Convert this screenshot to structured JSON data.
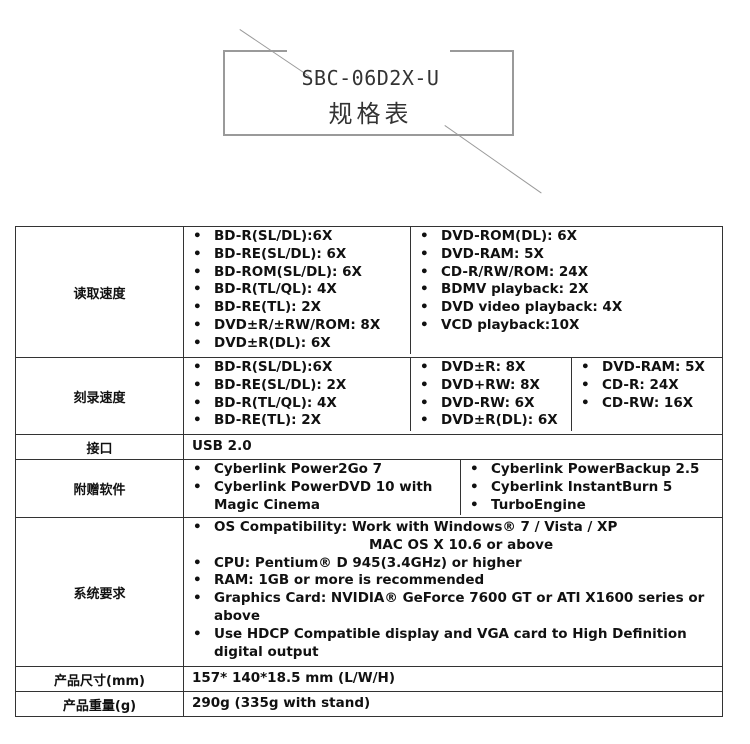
{
  "header": {
    "model": "SBC-06D2X-U",
    "subtitle": "规格表"
  },
  "rows": {
    "read_speed": {
      "label": "读取速度",
      "col1": [
        "BD-R(SL/DL):6X",
        "BD-RE(SL/DL): 6X",
        "BD-ROM(SL/DL): 6X",
        "BD-R(TL/QL): 4X",
        "BD-RE(TL): 2X",
        "DVD±R/±RW/ROM: 8X",
        "DVD±R(DL): 6X"
      ],
      "col2": [
        "DVD-ROM(DL): 6X",
        "DVD-RAM: 5X",
        "CD-R/RW/ROM: 24X",
        "BDMV playback: 2X",
        "DVD video playback: 4X",
        "VCD playback:10X"
      ]
    },
    "write_speed": {
      "label": "刻录速度",
      "col1": [
        "BD-R(SL/DL):6X",
        "BD-RE(SL/DL): 2X",
        "BD-R(TL/QL): 4X",
        "BD-RE(TL): 2X"
      ],
      "col2": [
        "DVD±R: 8X",
        "DVD+RW: 8X",
        "DVD-RW: 6X",
        "DVD±R(DL): 6X"
      ],
      "col3": [
        "DVD-RAM: 5X",
        "CD-R: 24X",
        "CD-RW: 16X"
      ]
    },
    "interface": {
      "label": "接口",
      "value": "USB 2.0"
    },
    "software": {
      "label": "附赠软件",
      "col1": [
        "Cyberlink Power2Go 7",
        "Cyberlink PowerDVD 10 with Magic Cinema"
      ],
      "col2": [
        "Cyberlink PowerBackup 2.5",
        "Cyberlink InstantBurn 5",
        "TurboEngine"
      ]
    },
    "system": {
      "label": "系统要求",
      "os_line1": "OS Compatibility: Work with Windows® 7 / Vista / XP",
      "os_line2": "MAC OS X 10.6 or above",
      "items": [
        "CPU: Pentium® D 945(3.4GHz) or higher",
        "RAM: 1GB or more is recommended",
        "Graphics Card: NVIDIA® GeForce 7600 GT or ATI X1600 series or above",
        "Use HDCP Compatible display and VGA card to High Definition digital output"
      ]
    },
    "size": {
      "label": "产品尺寸(mm)",
      "value": "157* 140*18.5 mm (L/W/H)"
    },
    "weight": {
      "label": "产品重量(g)",
      "value": "290g (335g with stand)"
    }
  }
}
